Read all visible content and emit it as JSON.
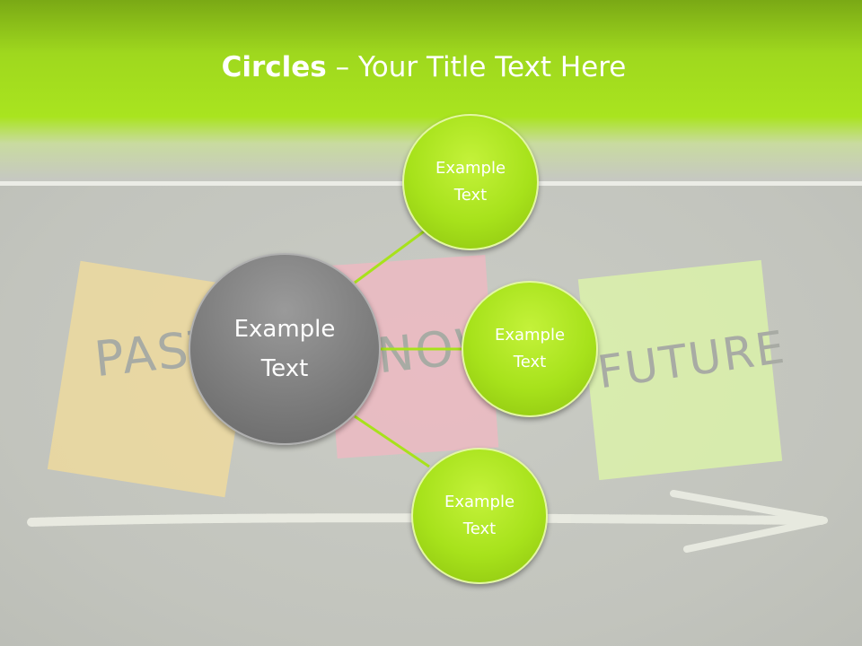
{
  "title": {
    "bold": "Circles",
    "rest": " – Your Title Text Here"
  },
  "notes": {
    "past": "PAST",
    "now": "NOW",
    "future": "FUTURE"
  },
  "center": {
    "line1": "Example",
    "line2": "Text"
  },
  "nodes": [
    {
      "line1": "Example",
      "line2": "Text"
    },
    {
      "line1": "Example",
      "line2": "Text"
    },
    {
      "line1": "Example",
      "line2": "Text"
    }
  ],
  "colors": {
    "accent": "#a7e21b",
    "header": "#9fd81e",
    "center_circle": "#7d7d7d",
    "connector": "#a7e21b"
  }
}
